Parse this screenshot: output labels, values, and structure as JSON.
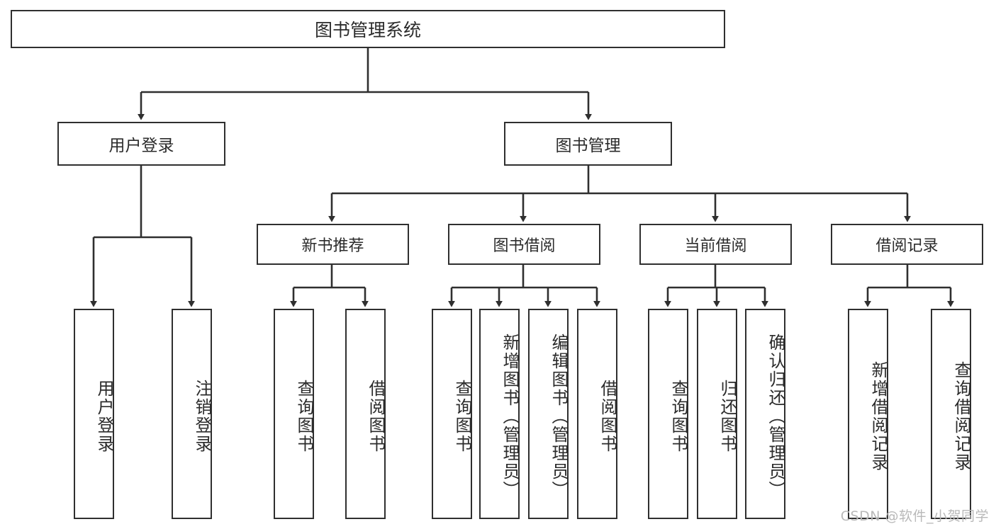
{
  "diagram": {
    "title": "图书管理系统",
    "type": "功能结构图",
    "watermark": "CSDN @软件_小贺同学",
    "colors": {
      "background": "#ffffff",
      "node_border": "#2f2f2f",
      "node_fill": "#ffffff",
      "text": "#2b2b2b",
      "edge": "#2f2f2f",
      "watermark": "#b9b9b9"
    }
  },
  "nodes": {
    "root": {
      "label": "图书管理系统"
    },
    "level2": [
      {
        "id": "user-login",
        "label": "用户登录"
      },
      {
        "id": "book-management",
        "label": "图书管理"
      }
    ],
    "level3": [
      {
        "id": "new-book-recommend",
        "label": "新书推荐"
      },
      {
        "id": "book-borrow",
        "label": "图书借阅"
      },
      {
        "id": "current-borrow",
        "label": "当前借阅"
      },
      {
        "id": "borrow-record",
        "label": "借阅记录"
      }
    ],
    "leaves": {
      "user_login": [
        {
          "id": "leaf-user-login",
          "label": "用户登录"
        },
        {
          "id": "leaf-logout-login",
          "label": "注销登录"
        }
      ],
      "new_book_recommend": [
        {
          "id": "leaf-query-book-1",
          "label": "查询图书"
        },
        {
          "id": "leaf-borrow-book-1",
          "label": "借阅图书"
        }
      ],
      "book_borrow": [
        {
          "id": "leaf-query-book-2",
          "label": "查询图书"
        },
        {
          "id": "leaf-add-book",
          "label": "新增图书（管理员）"
        },
        {
          "id": "leaf-edit-book",
          "label": "编辑图书（管理员）"
        },
        {
          "id": "leaf-borrow-book-2",
          "label": "借阅图书"
        }
      ],
      "current_borrow": [
        {
          "id": "leaf-query-book-3",
          "label": "查询图书"
        },
        {
          "id": "leaf-return-book",
          "label": "归还图书"
        },
        {
          "id": "leaf-confirm-return",
          "label": "确认归还（管理员）"
        }
      ],
      "borrow_record": [
        {
          "id": "leaf-add-record",
          "label": "新增借阅记录"
        },
        {
          "id": "leaf-query-record",
          "label": "查询借阅记录"
        }
      ]
    }
  }
}
